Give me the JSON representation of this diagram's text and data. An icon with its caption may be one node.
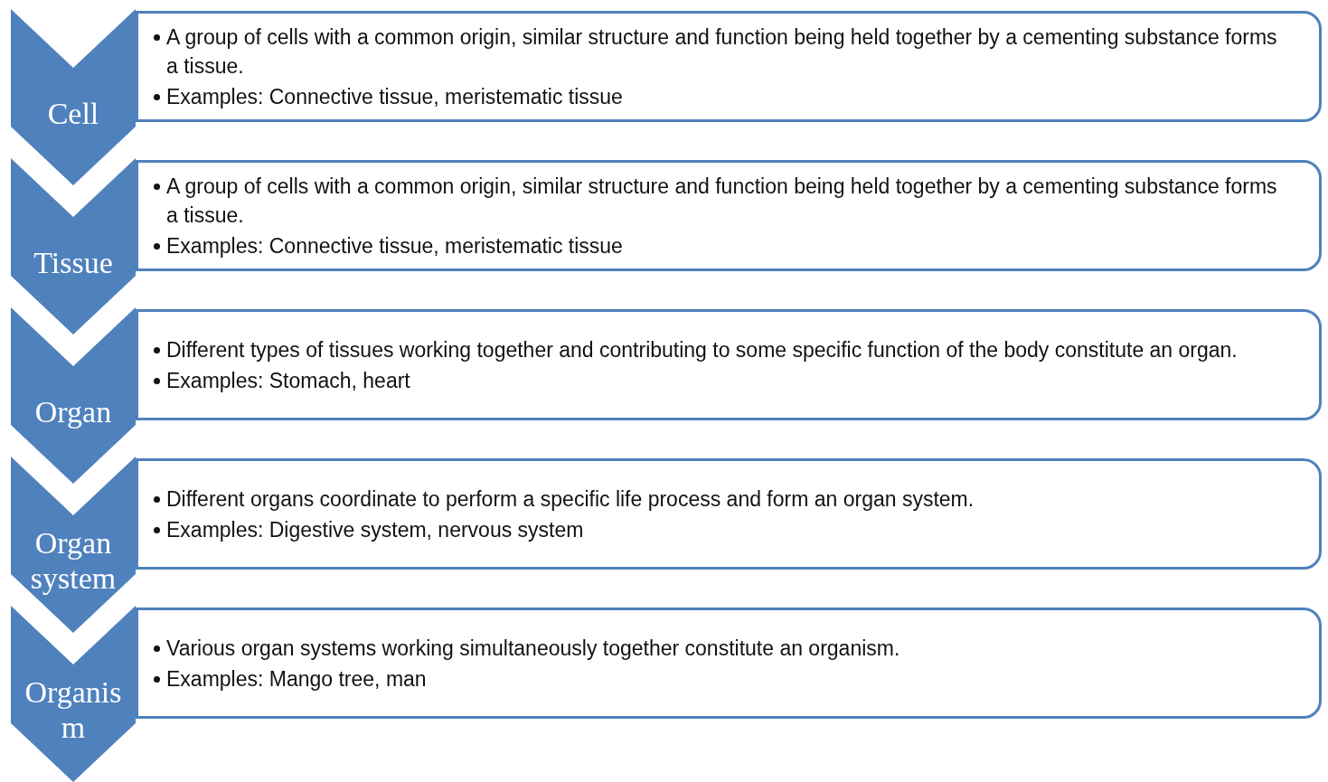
{
  "diagram": {
    "nodes": [
      {
        "text": [
          "Cell"
        ]
      },
      {
        "text": [
          "A group of cells with a common origin, similar structure and function being held together by a cementing substance forms a tissue.",
          "Examples: Connective tissue, meristematic tissue"
        ]
      },
      {
        "text": [
          "Tissue"
        ]
      },
      {
        "text": [
          "A group of cells with a common origin, similar structure and function being held together by a cementing substance forms a tissue.",
          "Examples: Connective tissue, meristematic tissue"
        ]
      },
      {
        "text": [
          "Organ"
        ]
      },
      {
        "text": [
          "Different types of tissues working together and contributing to some specific function of the body constitute an organ.",
          "Examples: Stomach, heart"
        ]
      },
      {
        "text": [
          "Organ system"
        ]
      },
      {
        "text": [
          "Different organs coordinate to perform a specific life process and form an organ system.",
          "Examples: Digestive system, nervous system"
        ]
      },
      {
        "text": [
          "Organism"
        ]
      },
      {
        "text": [
          "Various organ systems working simultaneously together constitute an organism.",
          "Examples: Mango tree, man"
        ]
      }
    ]
  }
}
